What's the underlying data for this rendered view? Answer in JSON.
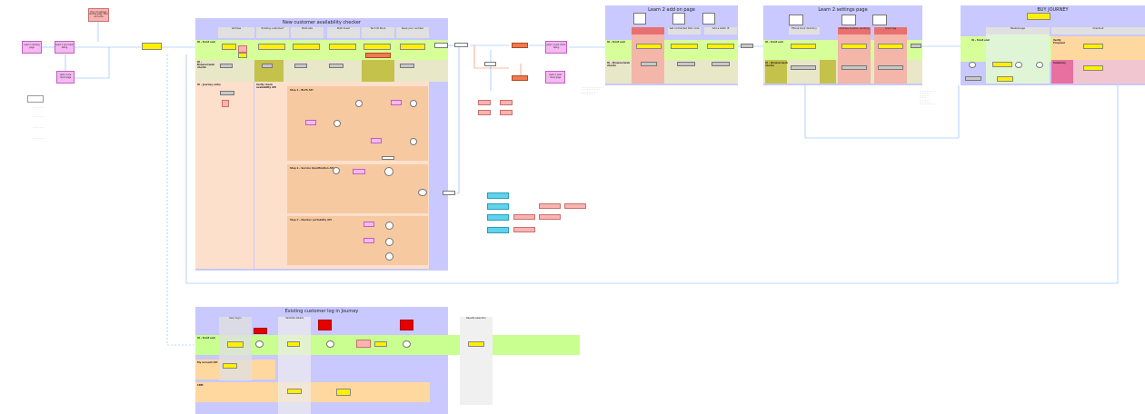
{
  "colors": {
    "region": "#c9c8ff",
    "green_lane": "#d6ff9a",
    "olive": "#c4c24a",
    "step": "#f6c9a0",
    "peach_lane": "#ffd8a0",
    "pink": "#f5b8f2",
    "yellow": "#fff000",
    "salmon": "#f8b4b0",
    "line_blue": "#7fb3ff",
    "line_green": "#3aa63a"
  },
  "regions": {
    "new_customer": {
      "title": "New customer availability checker"
    },
    "add_on": {
      "title": "Learn 2 add on page"
    },
    "settings": {
      "title": "Learn 2 settings page"
    },
    "buy": {
      "title": "BUY JOURNEY"
    },
    "existing": {
      "title": "Existing customer log in Journey"
    }
  },
  "lanes": {
    "ui_front_end": "UI - front end",
    "ui_browser": "UI - Browser/web checks",
    "ui_browser_short": "UI - Browser/web checks",
    "ui_journey_entry": "UI - Journey entry",
    "av_api": "Verify check availability API",
    "ui_account_api": "My account API",
    "crm": "CRM",
    "verify_proposal": "Verify Proposal",
    "summary": "Summary"
  },
  "columns": {
    "new_customer": [
      "Address",
      "Existing customer?",
      "Multi site",
      "Multi lines?",
      "Tech ID Book",
      "Keep your number"
    ],
    "add_on": [
      "",
      "Get contracted 4GC code",
      "Add a static IP"
    ],
    "settings": [
      "Phone book directory",
      "Address location pointing",
      "Quick tag"
    ],
    "buy": [
      "Basket page",
      "Checkout"
    ],
    "existing": [
      "User log in",
      "Validate details",
      "Results selection"
    ]
  },
  "steps": [
    "Step 1 - BLPS API",
    "Step 2 - Service Qualification API",
    "Step 3 - Number portability API"
  ],
  "entry_boxes": {
    "landing": "Learn 1 landing page",
    "pre_check": "Learn 1 pre check listing",
    "pre_check_2": "Learn 1 pre check page",
    "top_note": "End of customer landing page, filter and sorts",
    "post_check": "Learn 1 post check listing",
    "post_check_2": "Learn 1 post check page"
  }
}
